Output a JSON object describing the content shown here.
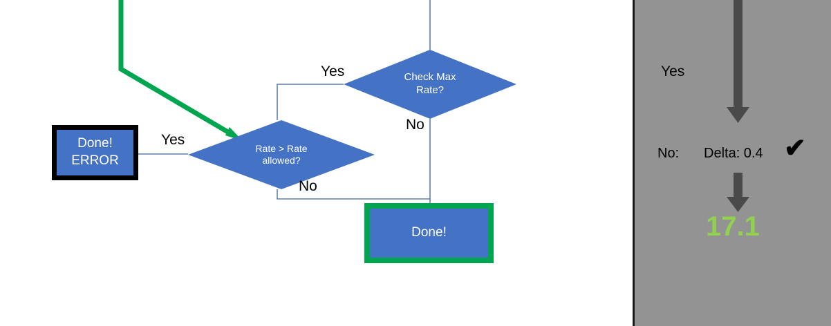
{
  "flowchart": {
    "nodes": {
      "check_max_rate": "Check Max\nRate?",
      "check_max_rate_line1": "Check Max",
      "check_max_rate_line2": "Rate?",
      "rate_gt_allowed_line1": "Rate > Rate",
      "rate_gt_allowed_line2": "allowed?",
      "done_error_line1": "Done!",
      "done_error_line2": "ERROR",
      "done_line1": "Done!"
    },
    "edge_labels": {
      "yes_top": "Yes",
      "no_mid": "No",
      "yes_left": "Yes",
      "no_bottom": "No"
    },
    "colors": {
      "node_fill": "#4472C4",
      "node_text": "#ffffff",
      "connector": "#5B7FB4",
      "highlight_green": "#00A550",
      "error_border": "#000000"
    }
  },
  "side_panel": {
    "yes_label": "Yes",
    "no_label": "No:",
    "delta_label": "Delta: 0.4",
    "check_mark": "✔",
    "value": "17.1",
    "colors": {
      "background": "#939393",
      "arrow": "#4A4A4A",
      "value_text": "#92D050",
      "text": "#000000"
    }
  }
}
